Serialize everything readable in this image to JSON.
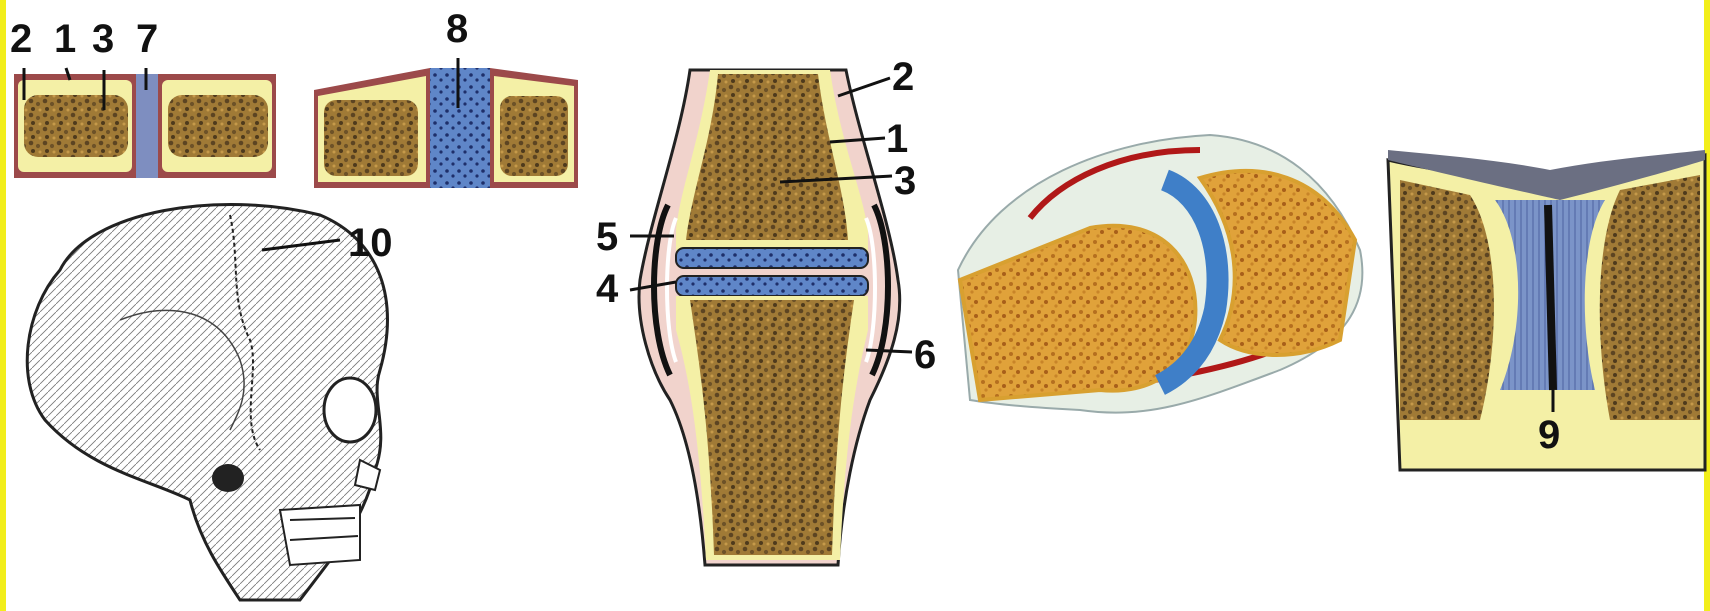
{
  "labels": {
    "n1": "1",
    "n2": "2",
    "n3": "3",
    "n4": "4",
    "n5": "5",
    "n6": "6",
    "n7": "7",
    "n8": "8",
    "n9": "9",
    "n10": "10"
  },
  "colors": {
    "bone_cortex": "#f4f0a6",
    "spongy_bone": "#8a6a30",
    "periosteum": "#9c4a4a",
    "cartilage_blue": "#5f86c8",
    "joint_capsule": "#f1d3cc",
    "page_edge": "#f2ee1a"
  },
  "icons": [
    "skull-illustration",
    "synovial-joint-diagram",
    "hinge-joint-illustration",
    "symphysis-diagram"
  ]
}
